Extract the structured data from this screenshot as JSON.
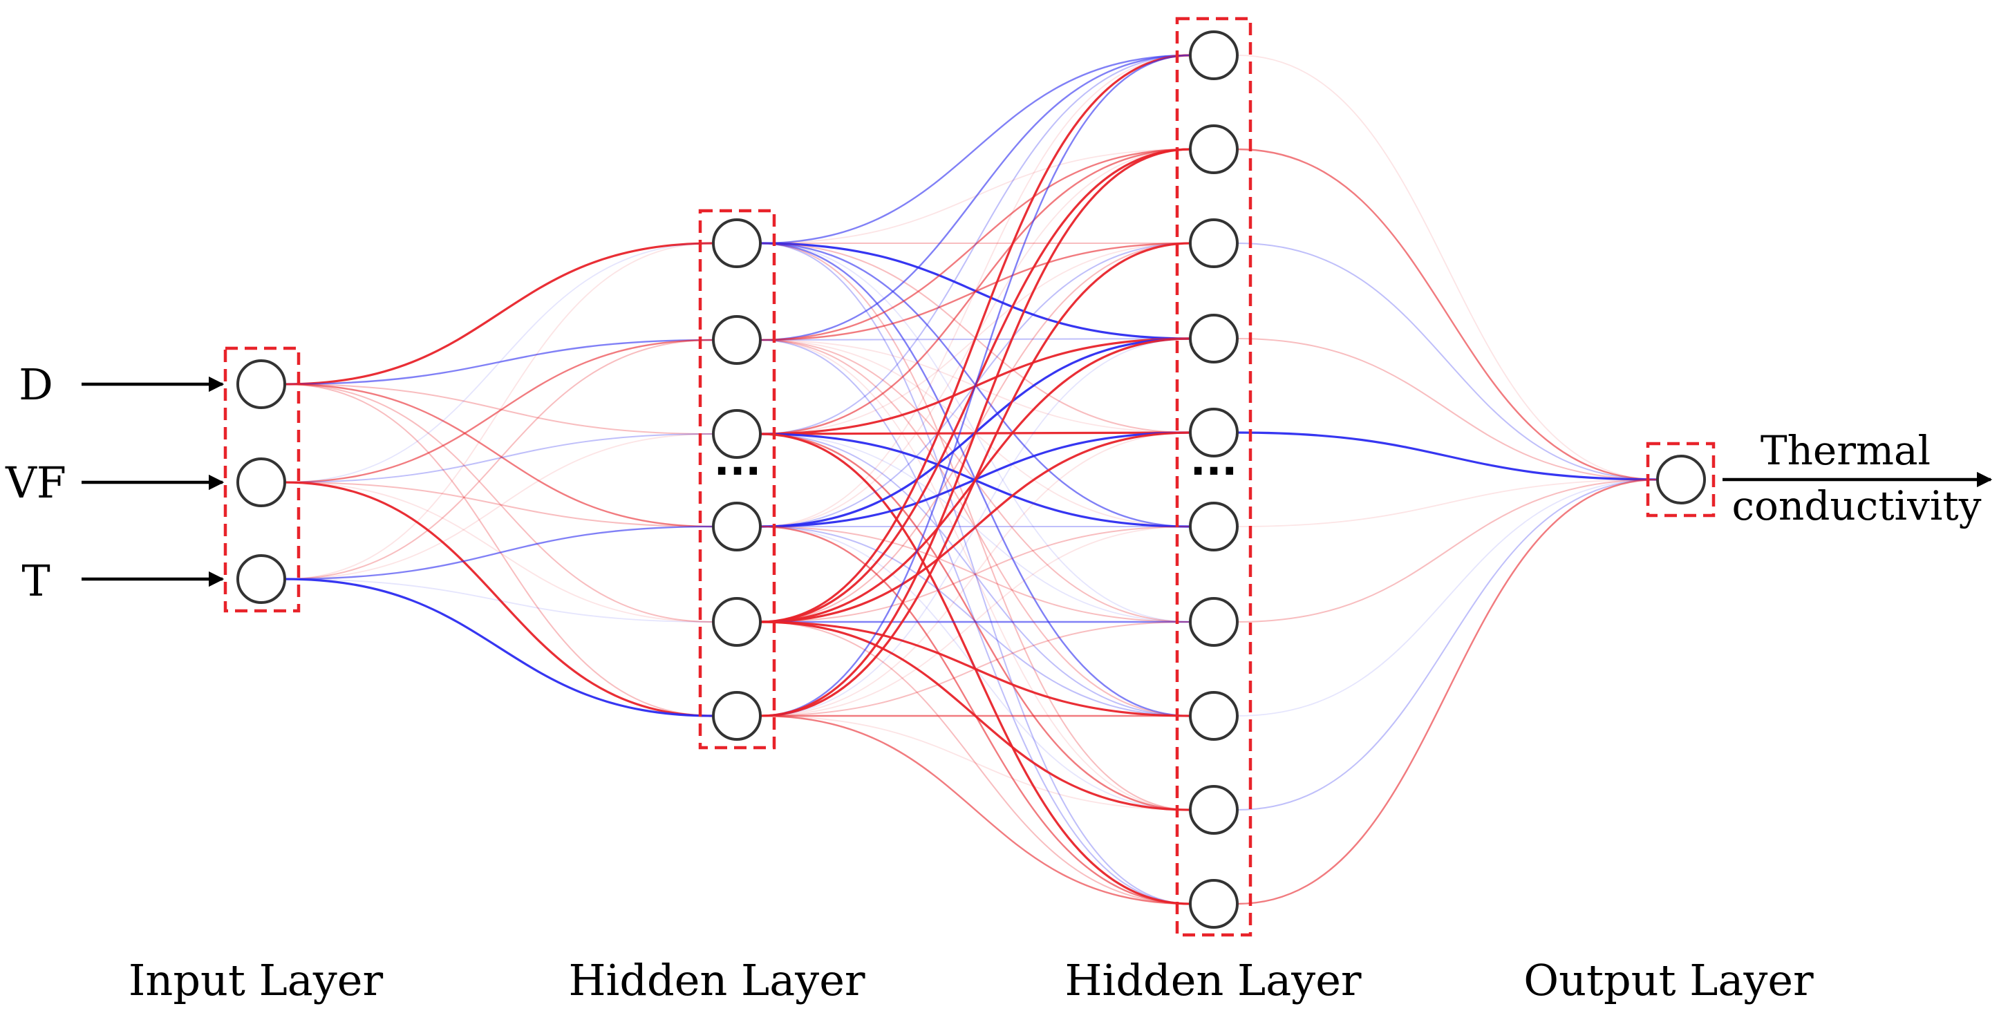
{
  "diagram": {
    "inputs": [
      "D",
      "VF",
      "T"
    ],
    "output": {
      "line1": "Thermal",
      "line2": "conductivity"
    },
    "layers": [
      "Input Layer",
      "Hidden Layer",
      "Hidden Layer",
      "Output Layer"
    ],
    "ellipsis": "···",
    "node_counts": [
      3,
      6,
      10,
      1
    ],
    "colors": {
      "positive_weight": "#e8232a",
      "negative_weight": "#2b2bf0",
      "box": "#e8232a",
      "node_stroke": "#333333"
    }
  }
}
